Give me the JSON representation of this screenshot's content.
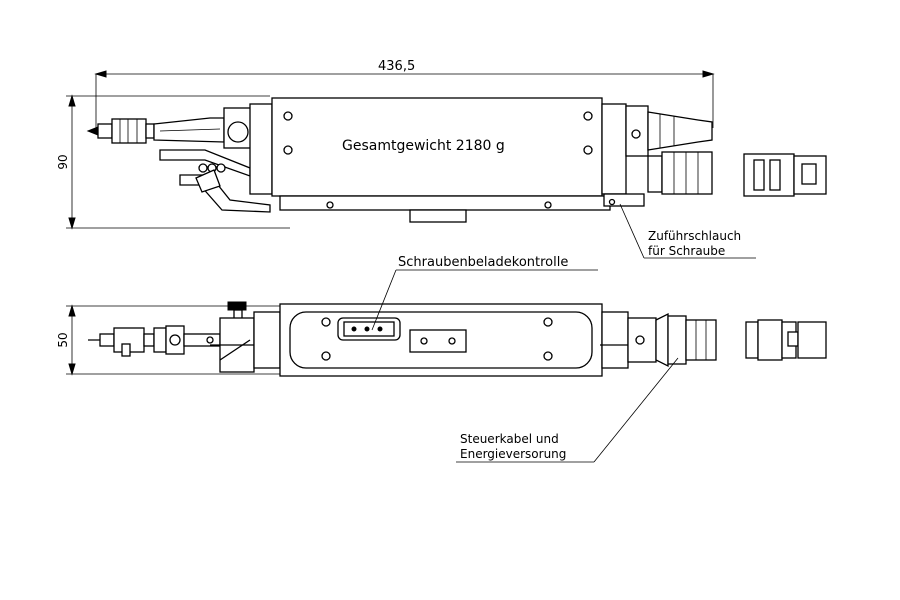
{
  "dimensions": {
    "total_length": "436,5",
    "top_height": "90",
    "bottom_height": "50"
  },
  "labels": {
    "total_weight": "Gesamtgewicht  2180 g",
    "feed_hose_line1": "Zuführschlauch",
    "feed_hose_line2": "für Schraube",
    "screw_load_control": "Schraubenbeladekontrolle",
    "control_cable_line1": "Steuerkabel und",
    "control_cable_line2": "Energieversorung"
  }
}
